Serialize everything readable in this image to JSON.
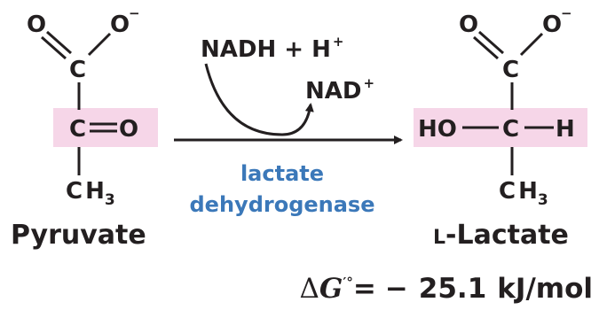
{
  "colors": {
    "highlight": "#f6d6e8",
    "enzyme_text": "#3b78b9",
    "ink": "#231f20"
  },
  "pyruvate": {
    "name": "Pyruvate",
    "carboxyl_o_double": "O",
    "carboxyl_o_single": "O",
    "carboxyl_charge": "−",
    "carboxyl_c": "C",
    "keto_c": "C",
    "keto_bond": "═",
    "keto_o": "O",
    "methyl_c": "C",
    "methyl_h": "H",
    "methyl_h_count": "3"
  },
  "lactate": {
    "name": "L-Lactate",
    "name_prefix": "L",
    "name_rest": "-Lactate",
    "carboxyl_o_double": "O",
    "carboxyl_o_single": "O",
    "carboxyl_charge": "−",
    "carboxyl_c": "C",
    "hydroxyl": "HO",
    "center_c": "C",
    "center_h": "H",
    "methyl_c": "C",
    "methyl_h": "H",
    "methyl_h_count": "3"
  },
  "reaction": {
    "cofactor_in": "NADH + H",
    "cofactor_in_charge": "+",
    "cofactor_out": "NAD",
    "cofactor_out_charge": "+",
    "enzyme_line1": "lactate",
    "enzyme_line2": "dehydrogenase"
  },
  "energy": {
    "delta": "Δ",
    "symbol": "G",
    "primes": "′°",
    "equals": "=",
    "sign": "−",
    "value": "25.1",
    "unit": "kJ/mol"
  }
}
